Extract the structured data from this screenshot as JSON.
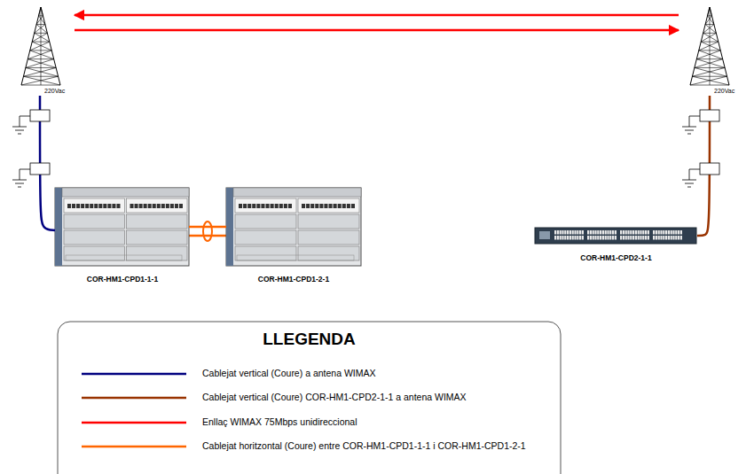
{
  "diagram": {
    "nodes": [
      {
        "text": [
          "220Vac"
        ]
      },
      {
        "text": [
          "220Vac"
        ]
      },
      {
        "text": [
          "COR-HM1-CPD1-1-1"
        ]
      },
      {
        "text": [
          "COR-HM1-CPD1-2-1"
        ]
      },
      {
        "text": [
          "COR-HM1-CPD2-1-1"
        ]
      }
    ],
    "edges": [
      {
        "from": 1,
        "to": 0,
        "arrow": "to"
      },
      {
        "from": 0,
        "to": 1,
        "arrow": "to"
      },
      {
        "from": 0,
        "to": 2,
        "arrow": "none"
      },
      {
        "from": 2,
        "to": 3,
        "arrow": "none"
      },
      {
        "from": 1,
        "to": 4,
        "arrow": "none"
      }
    ],
    "labels": [
      "LLEGENDA"
    ],
    "legend": [
      {
        "text": "Cablejat vertical (Coure)  a antena WIMAX"
      },
      {
        "text": "Cablejat vertical (Coure) COR-HM1-CPD2-1-1 a antena WIMAX"
      },
      {
        "text": "Enllaç WIMAX 75Mbps unidireccional"
      },
      {
        "text": "Cablejat horitzontal (Coure) entre COR-HM1-CPD1-1-1 i COR-HM1-CPD1-2-1"
      }
    ]
  }
}
